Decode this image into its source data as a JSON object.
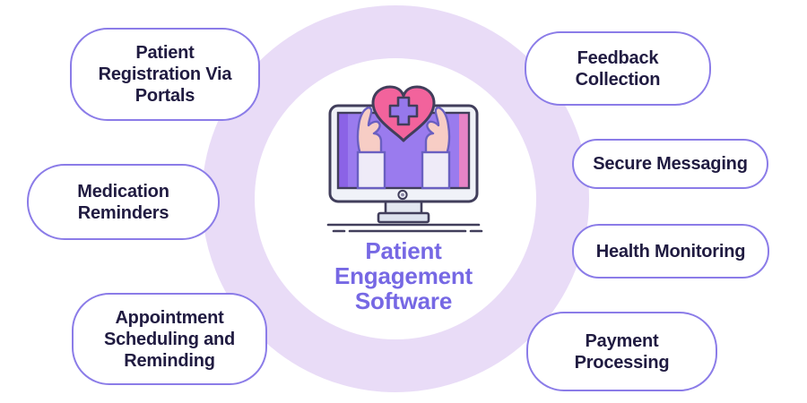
{
  "diagram": {
    "title": "Patient Engagement Software",
    "features": [
      {
        "id": "patient-registration-via-portals",
        "label": "Patient Registration Via Portals",
        "side": "left"
      },
      {
        "id": "medication-reminders",
        "label": "Medication Reminders",
        "side": "left"
      },
      {
        "id": "appointment-scheduling-and-reminding",
        "label": "Appointment Scheduling and Reminding",
        "side": "left"
      },
      {
        "id": "feedback-collection",
        "label": "Feedback Collection",
        "side": "right"
      },
      {
        "id": "secure-messaging",
        "label": "Secure Messaging",
        "side": "right"
      },
      {
        "id": "health-monitoring",
        "label": "Health Monitoring",
        "side": "right"
      },
      {
        "id": "payment-processing",
        "label": "Payment Processing",
        "side": "right"
      }
    ],
    "illustration": {
      "name": "monitor-with-hands-holding-medical-heart",
      "elements": [
        "computer-monitor",
        "open-hands",
        "heart",
        "medical-cross",
        "monitor-stand",
        "ground-lines"
      ]
    },
    "colors": {
      "title_text": "#7668E4",
      "bubble_border": "#8B7CE8",
      "bubble_text": "#201B41",
      "ring": "#E9DCF7",
      "heart_pink": "#F2639C",
      "screen_purple": "#9A7BEE",
      "screen_purple_dark": "#8B63E6",
      "screen_pink_band": "#E783C6",
      "hand_skin": "#F7CDC5",
      "sleeve": "#EFEBF8",
      "monitor_frame": "#F0F2F8",
      "outline_dark": "#413E5B",
      "outline_purple": "#6A5FC1",
      "background": "#FFFFFF"
    }
  }
}
